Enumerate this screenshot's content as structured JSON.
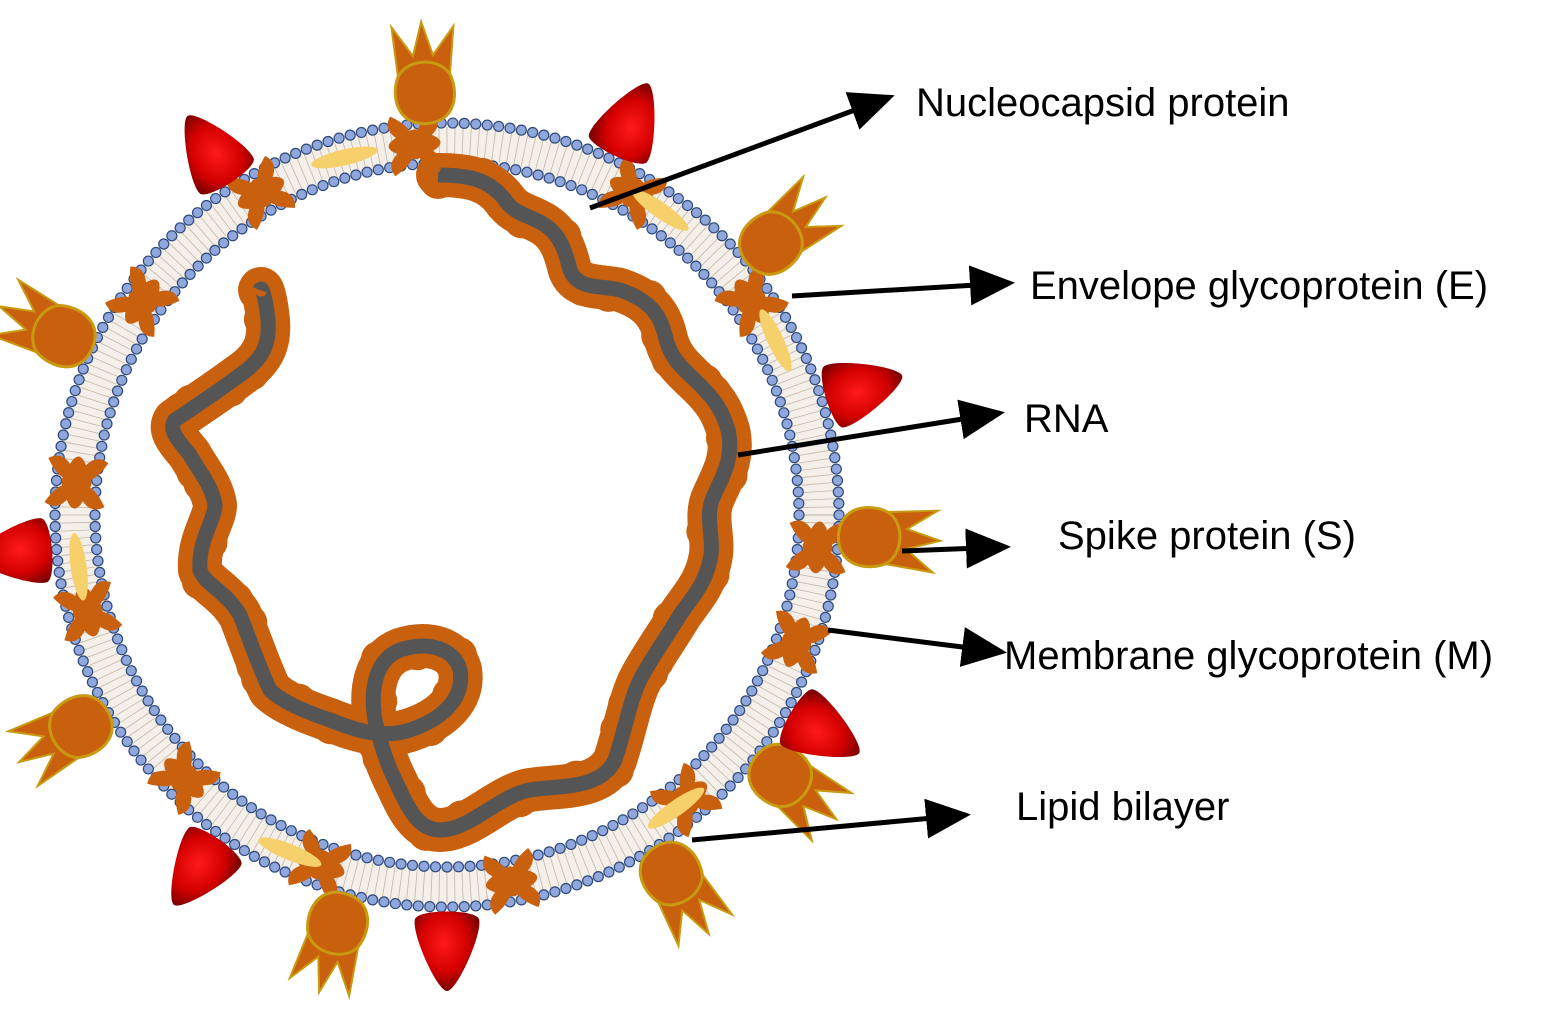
{
  "title": "Coronavirus structure diagram",
  "colors": {
    "background": "#ffffff",
    "lipid_head": "#8fa7dc",
    "lipid_head_stroke": "#2f4a7a",
    "lipid_tail": "#b8a89a",
    "membrane_fill": "#f4efe8",
    "membrane_protein": "#c8600e",
    "envelope_protein": "#f6d06a",
    "spike_body": "#c8600e",
    "spike_outline": "#c89a10",
    "red_protein": "#e00000",
    "red_protein_dark": "#7a0000",
    "rna": "#555555",
    "nucleocapsid": "#c8600e",
    "arrow": "#000000"
  },
  "labels": [
    {
      "id": "nucleocapsid",
      "text": "Nucleocapsid protein"
    },
    {
      "id": "envelope",
      "text": "Envelope glycoprotein (E)"
    },
    {
      "id": "rna",
      "text": "RNA"
    },
    {
      "id": "spike",
      "text": "Spike protein (S)"
    },
    {
      "id": "membrane",
      "text": "Membrane glycoprotein (M)"
    },
    {
      "id": "lipid",
      "text": "Lipid bilayer"
    }
  ]
}
